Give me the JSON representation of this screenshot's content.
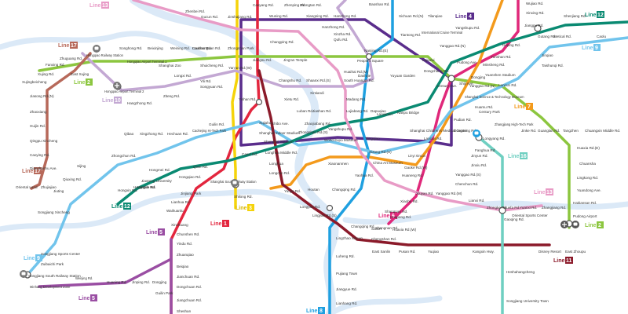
{
  "colors": {
    "line1": "#e3263e",
    "line2": "#8cc63f",
    "line3": "#f5d30a",
    "line4": "#5a2d8c",
    "line5": "#9a4ea3",
    "line6": "#e0287a",
    "line7": "#f39a1c",
    "line8": "#1fa0e0",
    "line9": "#71c4ec",
    "line10": "#c3a8d3",
    "line11": "#8b1a2a",
    "line12": "#0a8a72",
    "line13": "#e89bc6",
    "line16": "#6fcfc1",
    "line17": "#b7695a",
    "river": "#dbe9f7"
  },
  "line_badges": [
    {
      "label": "Line",
      "num": "13",
      "color": "#e89bc6"
    },
    {
      "label": "Line",
      "num": "17",
      "color": "#b7695a"
    },
    {
      "label": "Line",
      "num": "2",
      "color": "#8cc63f"
    },
    {
      "label": "Line",
      "num": "10",
      "color": "#c3a8d3"
    },
    {
      "label": "Line",
      "num": "4",
      "color": "#5a2d8c"
    },
    {
      "label": "Line",
      "num": "12",
      "color": "#0a8a72"
    },
    {
      "label": "Line",
      "num": "9",
      "color": "#71c4ec"
    },
    {
      "label": "Line",
      "num": "7",
      "color": "#f39a1c"
    },
    {
      "label": "Line",
      "num": "16",
      "color": "#6fcfc1"
    },
    {
      "label": "Line",
      "num": "13",
      "color": "#e89bc6"
    },
    {
      "label": "Line",
      "num": "2",
      "color": "#8cc63f"
    },
    {
      "label": "Line",
      "num": "11",
      "color": "#8b1a2a"
    },
    {
      "label": "Line",
      "num": "17",
      "color": "#b7695a"
    },
    {
      "label": "Line",
      "num": "12",
      "color": "#0a8a72"
    },
    {
      "label": "Line",
      "num": "3",
      "color": "#f5d30a"
    },
    {
      "label": "Line",
      "num": "1",
      "color": "#e3263e"
    },
    {
      "label": "Line",
      "num": "5",
      "color": "#9a4ea3"
    },
    {
      "label": "Line",
      "num": "6",
      "color": "#e0287a"
    },
    {
      "label": "Line",
      "num": "9",
      "color": "#71c4ec"
    },
    {
      "label": "Line",
      "num": "5",
      "color": "#9a4ea3"
    },
    {
      "label": "Line",
      "num": "8",
      "color": "#1fa0e0"
    }
  ],
  "stations": [
    "Zhenbei Rd.",
    "Gucun Rd.",
    "Jinshajiang Rd.",
    "Caoyang Rd.",
    "Zhenping Rd.",
    "Zhongtan Rd.",
    "Wuning Rd.",
    "Xiangning Rd.",
    "Hanzhong Rd.",
    "Baoshan Rd.",
    "Sichuan Rd.(N)",
    "Tilanqiao",
    "Wujiao Rd.",
    "Xinxing Rd.",
    "Jiangpu Rd.",
    "Shenjiang Rd.",
    "Gutang Rd.",
    "Metical Rd.",
    "Caolu",
    "Zhuguang Rd.",
    "Fanxing Rd.",
    "Xujing Rd.",
    "Xujingbeicheng",
    "Hongqiao Railway Station",
    "Hongqiao Airport Terminal 1",
    "Hongqiao Airport Terminal 2",
    "Songhong Rd.",
    "Beixinjing",
    "Weining Rd.",
    "Loushanguan Rd.",
    "Zhongshan Park",
    "Jiangsu Rd.",
    "Jing'an Temple",
    "Changping Rd.",
    "Shanghai Zoo",
    "Longxi Rd.",
    "Shuicheng Rd.",
    "Yili Rd.",
    "Songyuan Rd.",
    "Ziteng Rd.",
    "Hangzhong Rd.",
    "East Xujing",
    "Jiasong Rd.(N)",
    "Zhaoxiang",
    "Huijin Rd.",
    "Qingpu Xincheng",
    "Caoying Rd.",
    "Dianshanhu Ave.",
    "Oriental Land",
    "Zhujiajiao",
    "Yan'an Rd.(W)",
    "Changshu Rd.",
    "Shaanxi Rd.(S)",
    "South Huangpi Rd.",
    "Xintiandi",
    "Huaihai Rd.(M)",
    "Dashijie",
    "Yuyuan Garden",
    "Lujiazui",
    "Century Ave.",
    "Yanggao Rd.(N)",
    "Dongchang Rd.",
    "Pudong Ave.",
    "Yuanshen Stadium",
    "Lancun Rd.",
    "Jinqiao",
    "Taishunqi Rd.",
    "Hanzhong Rd.",
    "Xinzha Rd.",
    "Qufu Rd.",
    "People's Square",
    "Nanjing Rd.(E)",
    "Tiantong Rd.",
    "International Cruise Terminal",
    "Yangshupu Rd.",
    "Minsheng Rd.",
    "Yunshan Rd.",
    "Deping Rd.",
    "Jinyun Rd.",
    "Yanggao Rd.(S)",
    "Jinxiu Rd.",
    "Fanghua Rd.",
    "Longyang Rd.",
    "Huamu Rd.",
    "Century Park",
    "Shanghai Science & Technology Museum",
    "Pudian Rd.",
    "Dongming Rd.",
    "Lancun Rd.",
    "Shiji Ave.",
    "Zhangjiang High-Tech Park",
    "Jinke Rd.",
    "Guanglan Rd.",
    "Tangzhen",
    "Chuangxin Middle Rd.",
    "Huaxia Rd.(E)",
    "Chuansha",
    "Lingkong Rd.",
    "Yuandong Ave.",
    "Haitiansan Rd.",
    "Pudong Airport",
    "Gaoqing Rd.",
    "Huaxia Rd.(W)",
    "Shangnan Rd.",
    "Lingzhao Xincun",
    "Luheng Rd.",
    "Pujiang Town",
    "Jiangyue Rd.",
    "Lianhang Rd.",
    "Qibao",
    "Xingzhong Rd.",
    "Hechuan Rd.",
    "Caohejing Hi-Tech Park",
    "Guilin Rd.",
    "Xujiahui",
    "Shanghai Stadium",
    "Shanghai Indoor Stadium",
    "Longhua",
    "Longhua Middle Rd.",
    "Caoxi Rd.",
    "Shanghai South Railway Station",
    "Jinjiang Park",
    "Lianhua Rd.",
    "Waihuanlu",
    "Xinzhuang",
    "Chunshen Rd.",
    "Yindu Rd.",
    "Zhuanqiao",
    "Beiqiao",
    "Jianchuan Rd.",
    "Dongchuan Rd.",
    "Jiangchuan Rd.",
    "Hongxin Rd.",
    "Hongmei Rd.",
    "Shilong Rd.",
    "Longcao Rd.",
    "Yunjin Rd.",
    "Longyao Rd.",
    "Houtan",
    "Changqing Rd.",
    "Yaohua Rd.",
    "China Art Museum",
    "Zhongshan Rd.(S)",
    "Xizang Rd.(S)",
    "Laoximen",
    "Madang Rd.",
    "Lujiabang Rd.",
    "Dapuqiao",
    "Jiashan Rd.",
    "Zhaojiabang Rd.",
    "Shibo Ave.",
    "Xiaonanmen",
    "Nanpu Bridge",
    "Tangqiao",
    "Shanghai Children's Medical Center",
    "Linyi Xincun",
    "Gaoke Rd.(W)",
    "Huaneng Rd.",
    "Xiuyan Rd.",
    "Yanggao Rd.(M)",
    "Chenchun Rd.",
    "Lianxi Rd.",
    "Zhongke Rd.",
    "Xuefa Rd.",
    "Yuanxi Rd.",
    "Zhangjiang Rd.",
    "Oriental Sports Center",
    "Lingyan Rd.(S)",
    "Changqing Rd.",
    "Chengshan Rd.",
    "Huapeng Rd.",
    "Xiaohu Rd.",
    "Shangnan Rd.",
    "Sanlin",
    "East Sanlin",
    "Pusan Rd.",
    "Yuqiao",
    "Kangxin Hwy.",
    "Disney Resort",
    "East Zhoupu",
    "Heshahangcheng",
    "Songjiang University Town",
    "Songjiang Xincheng",
    "Songjiang Sports Center",
    "Zuibaichi Park",
    "Songjiang South Railway Station",
    "Minhang Development Zone",
    "Wenjing Rd.",
    "Huaning Rd.",
    "Jinping Rd.",
    "Dongjing",
    "Sheshan",
    "Jiuting",
    "Sijing",
    "Qiuxing Rd.",
    "Zhongchun Rd.",
    "Hongqiao Rd.",
    "Jiaotong University",
    "Yishan Rd.",
    "Xietu Rd.",
    "Luban Rd.",
    "World Expo Museum",
    "Yangshupu Rd.",
    "Yanggao Rd.(N)",
    "Dongjing",
    "Guilin Park",
    "Qixin Rd.",
    "Hongqiao Rd.",
    "Longde Rd.",
    "Caobao Rd."
  ]
}
